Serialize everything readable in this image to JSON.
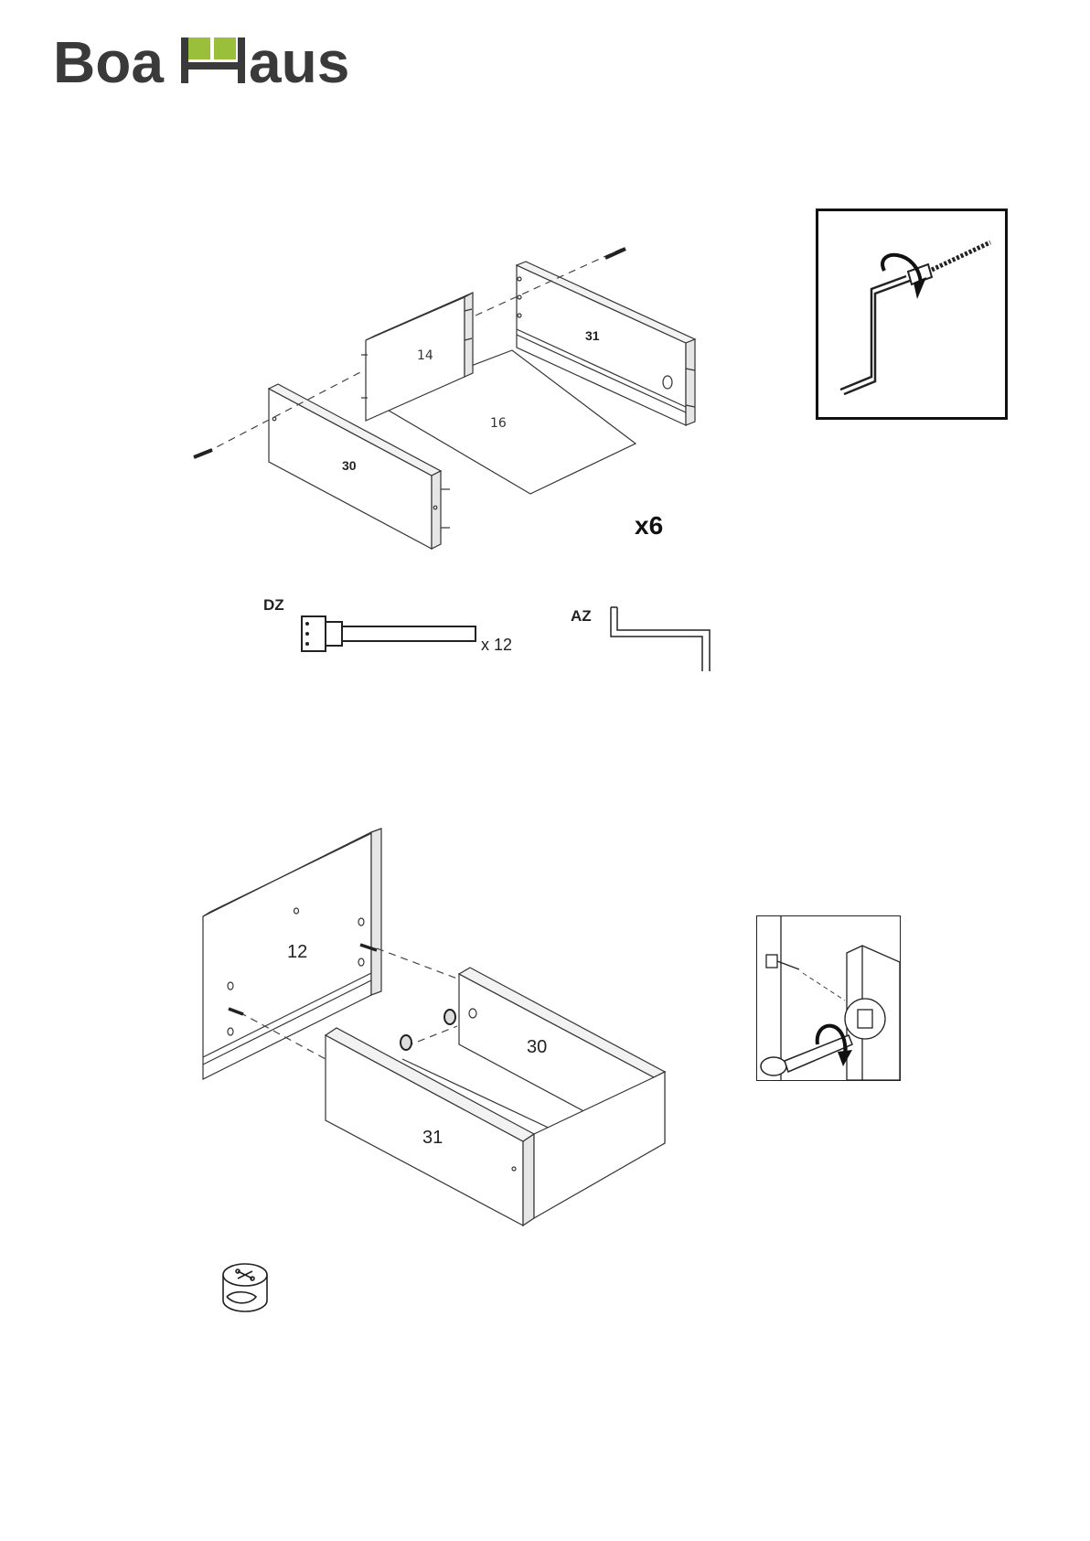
{
  "brand": {
    "name": "BoaHaus",
    "text_left": "Boa",
    "text_right": "aus",
    "text_color": "#3a3a3a",
    "accent_color": "#99bf3b"
  },
  "step1": {
    "panels": {
      "back": "31",
      "left_side": "14",
      "bottom": "16",
      "front": "30"
    },
    "multiplier": "x6",
    "parts": {
      "dz_label": "DZ",
      "dz_qty": "x 12",
      "az_label": "AZ"
    }
  },
  "step2": {
    "panels": {
      "front": "12",
      "side": "30",
      "back": "31"
    }
  },
  "icons": {
    "cam_lock": "cam-lock-icon",
    "allen_key": "allen-key-icon",
    "screwdriver": "screwdriver-icon"
  }
}
